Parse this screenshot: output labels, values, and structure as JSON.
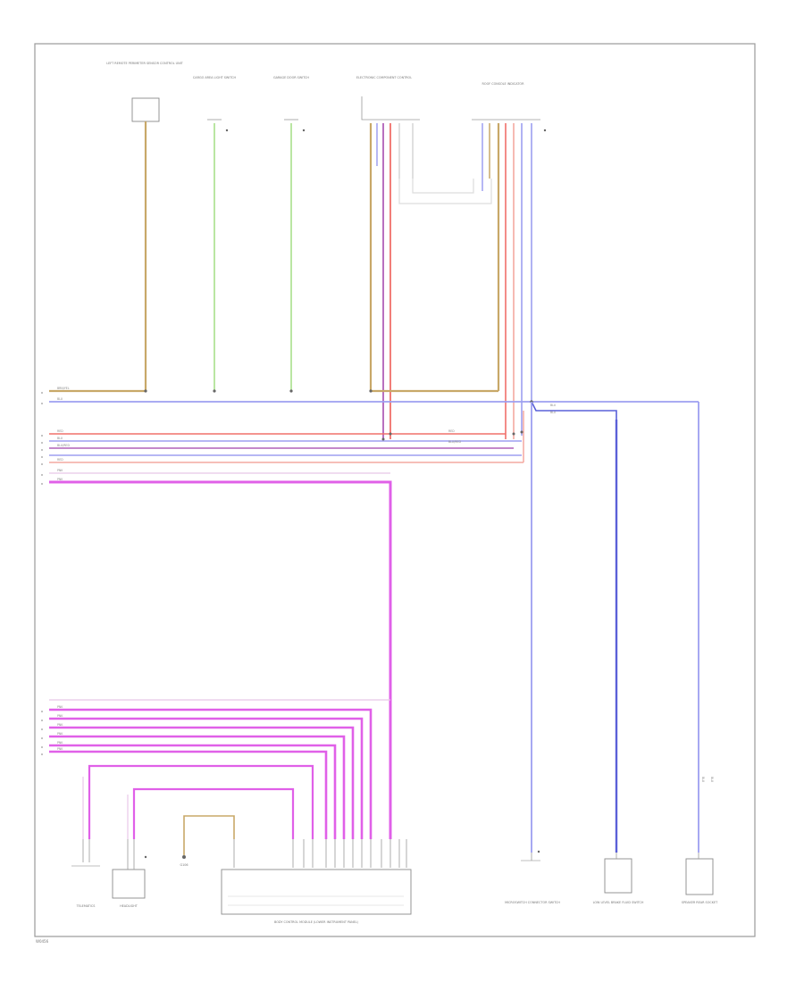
{
  "components": [
    {
      "id": "c-top-1",
      "label": "LEFT REMOTE PERIMETER SENSOR CONTROL UNIT"
    },
    {
      "id": "c-top-2",
      "label": "CARGO AREA LIGHT SWITCH"
    },
    {
      "id": "c-top-3",
      "label": "GARAGE DOOR SWITCH"
    },
    {
      "id": "c-top-4",
      "label": "ELECTRONIC COMPONENT CONTROL"
    },
    {
      "id": "c-top-5",
      "label": "ROOF CONSOLE INDICATOR"
    },
    {
      "id": "c-bot-1",
      "label": "TELEMATICS"
    },
    {
      "id": "c-bot-2",
      "label": "HEADLIGHT"
    },
    {
      "id": "c-bot-3",
      "label": "G106"
    },
    {
      "id": "c-bot-4",
      "label": "BODY CONTROL MODULE (LOWER INSTRUMENT PANEL)"
    },
    {
      "id": "c-bot-5",
      "label": "MICROSWITCH CONNECTOR SWITCH"
    },
    {
      "id": "c-bot-6",
      "label": "LOW LEVEL BRAKE FLUID SWITCH"
    },
    {
      "id": "c-bot-7",
      "label": "SPEAKER REAR SOCKET"
    }
  ],
  "wire_labels": {
    "bus_brnyel": "BRN/YEL",
    "bus_blu": "BLU",
    "bus_red": "RED",
    "bus_blu2": "BLU",
    "bus_blured": "BLU/RED",
    "bus_red2": "RED",
    "bus_pnk": "PNK",
    "bus_pnk2": "PNK",
    "mid_red": "RED",
    "mid_blured": "BLU/RED",
    "right_blu": "BLU",
    "right_blu2": "BLU",
    "low_pnk_1": "PNK",
    "low_pnk_2": "PNK",
    "low_pnk_3": "PNK",
    "low_pnk_4": "PNK",
    "low_pnk_5": "PNK",
    "low_pnk_6": "PNK",
    "right_vert": "BLU",
    "right_vert2": "BLU"
  },
  "footer_label": "W0456",
  "colors": {
    "brown_yellow": "#c8a868",
    "green": "#a8e08a",
    "red": "#f0706a",
    "light_red": "#f4a8a0",
    "blue": "#9d9ff0",
    "dark_blue": "#5a60d8",
    "magenta": "#e060e8",
    "purple": "#b060b8",
    "grey_wire": "#cccccc"
  }
}
